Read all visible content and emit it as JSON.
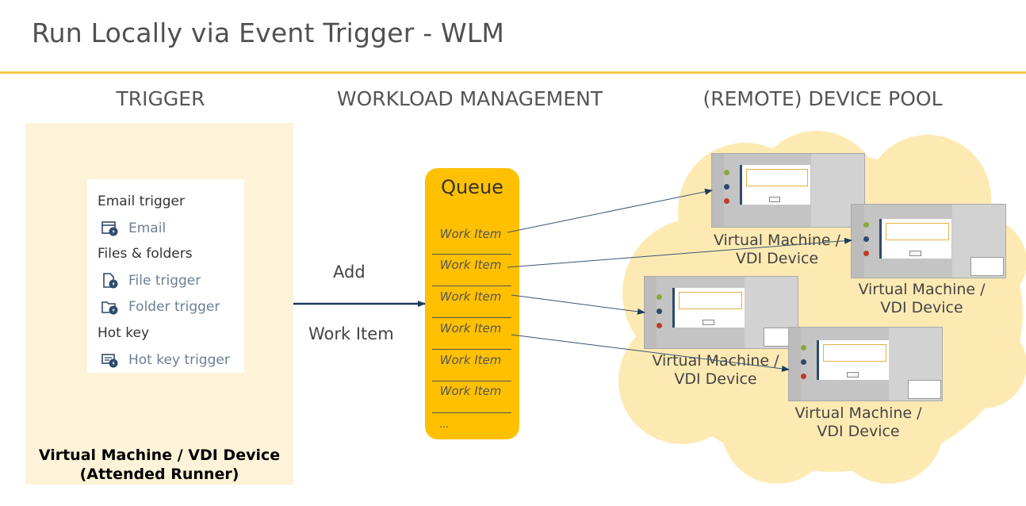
{
  "title": "Run Locally via Event Trigger - WLM",
  "columns": {
    "trigger": "TRIGGER",
    "workload": "WORKLOAD MANAGEMENT",
    "pool": "(REMOTE) DEVICE POOL"
  },
  "trigger_card": {
    "email_heading": "Email trigger",
    "email_item": "Email",
    "files_heading": "Files & folders",
    "file_item": "File trigger",
    "folder_item": "Folder trigger",
    "hotkey_heading": "Hot key",
    "hotkey_item": "Hot key trigger"
  },
  "trigger_device": {
    "line1": "Virtual Machine / VDI Device",
    "line2": "(Attended Runner)"
  },
  "edge": {
    "add": "Add",
    "work_item": "Work Item"
  },
  "queue": {
    "title": "Queue",
    "items": [
      "Work Item",
      "Work Item",
      "Work Item",
      "Work Item",
      "Work Item",
      "Work Item"
    ],
    "more": "..."
  },
  "devices": [
    {
      "line1": "Virtual Machine /",
      "line2": "VDI Device"
    },
    {
      "line1": "Virtual Machine /",
      "line2": "VDI Device"
    },
    {
      "line1": "Virtual Machine /",
      "line2": "VDI Device"
    },
    {
      "line1": "Virtual Machine /",
      "line2": "VDI Device"
    }
  ],
  "colors": {
    "accent": "#f2c94c",
    "queue": "#ffc000",
    "panel": "#fdf3d8",
    "cloud": "#fdeab3",
    "arrow": "#1f3b5c",
    "icon_blue": "#6b7f96"
  }
}
